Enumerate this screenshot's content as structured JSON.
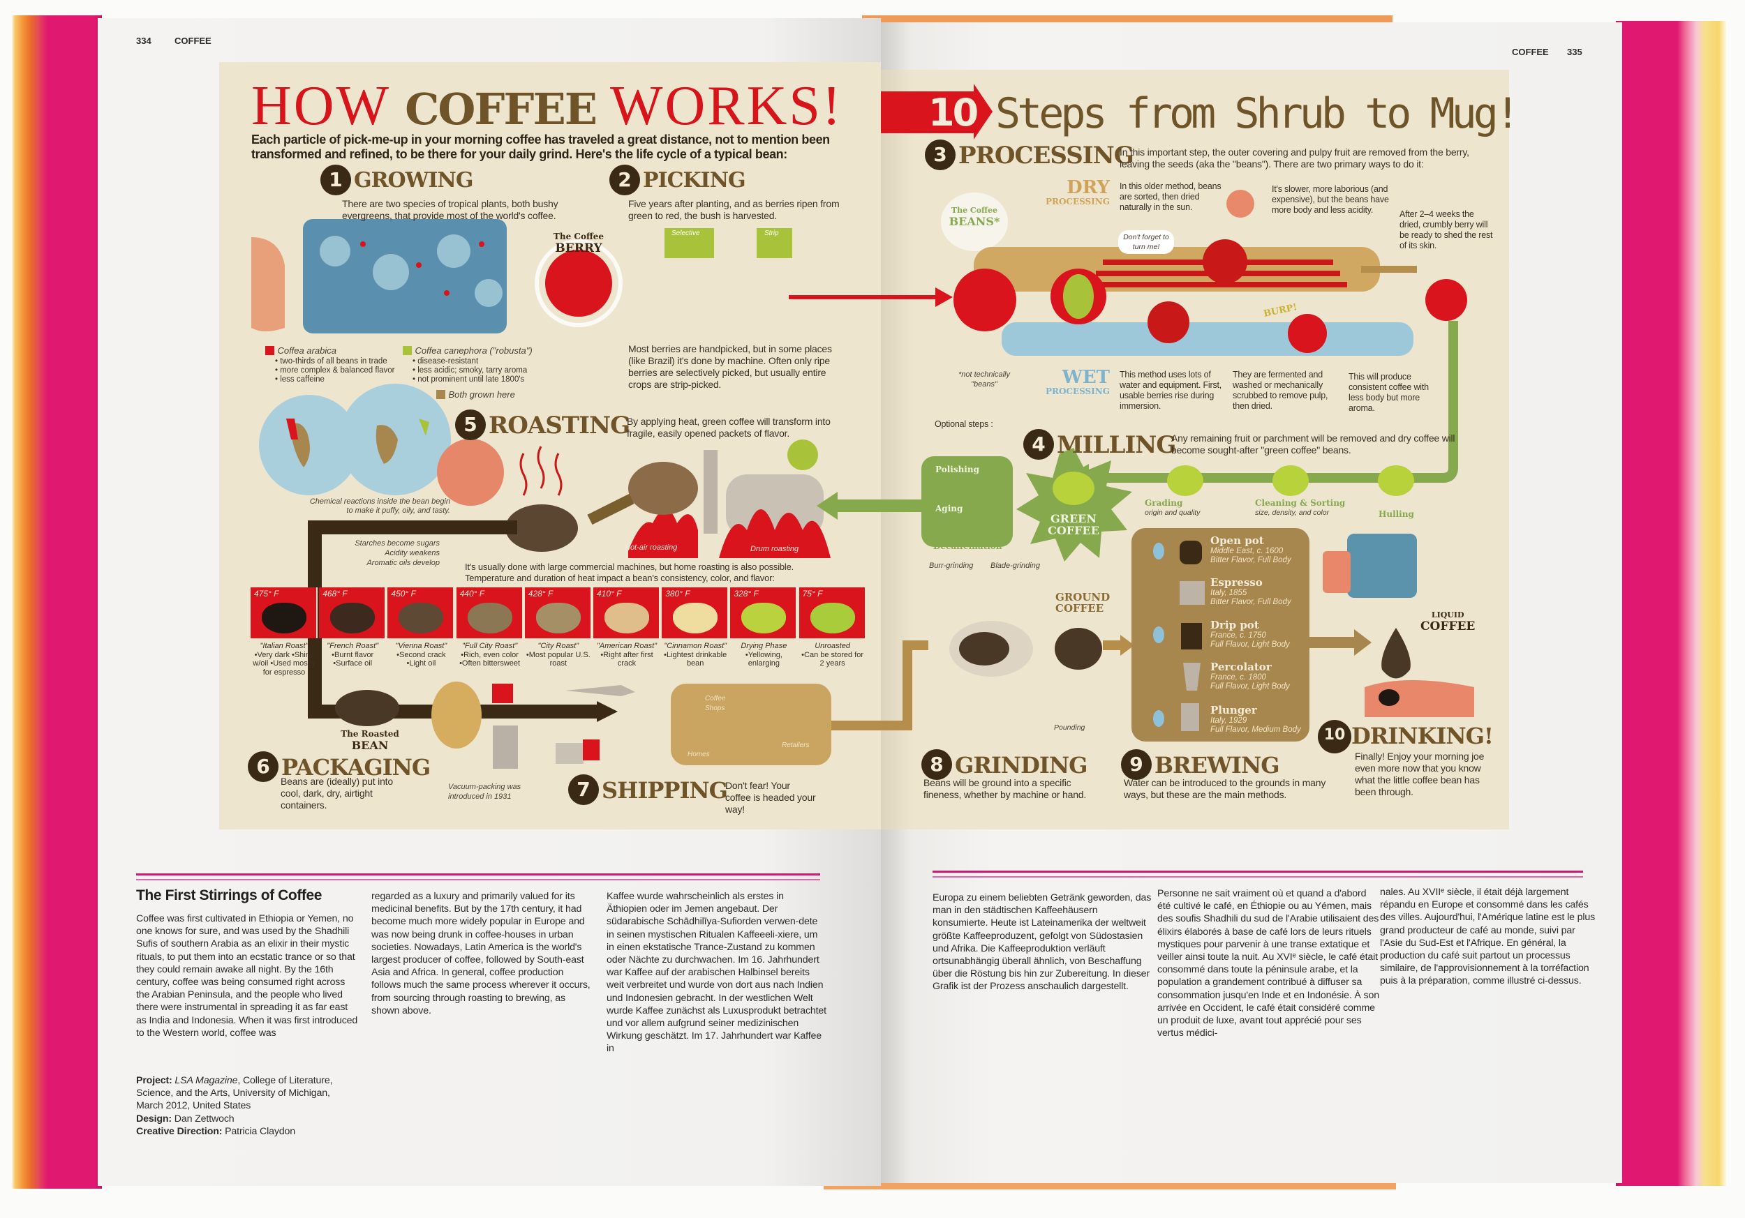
{
  "left_page": {
    "page_number": "334",
    "running_head": "COFFEE"
  },
  "right_page": {
    "page_number": "335",
    "running_head": "COFFEE"
  },
  "infographic": {
    "title_part1": "HOW",
    "title_part2": "COFFEE",
    "title_part3": "WORKS!",
    "intro": "Each particle of pick-me-up in your morning coffee has traveled a great distance, not to mention been transformed and refined, to be there for your daily grind. Here's the life cycle of a typical bean:",
    "steps_banner_number": "10",
    "steps_banner_title": "Steps from Shrub to Mug!",
    "steps": [
      {
        "number": "1",
        "title": "GROWING",
        "desc": "There are two species of tropical plants, both bushy evergreens, that provide most of the world's coffee."
      },
      {
        "number": "2",
        "title": "PICKING",
        "desc": "Five years after planting, and as berries ripen from green to red, the bush is harvested."
      },
      {
        "number": "3",
        "title": "PROCESSING",
        "desc": "In this important step, the outer covering and pulpy fruit are removed from the berry, leaving the seeds (aka the \"beans\"). There are two primary ways to do it:"
      },
      {
        "number": "4",
        "title": "MILLING",
        "desc": "Any remaining fruit or parchment will be removed and dry coffee will become sought-after \"green coffee\" beans."
      },
      {
        "number": "5",
        "title": "ROASTING",
        "desc": "By applying heat, green coffee will transform into fragile, easily opened packets of flavor."
      },
      {
        "number": "6",
        "title": "PACKAGING",
        "desc": "Beans are (ideally) put into cool, dark, dry, airtight containers."
      },
      {
        "number": "7",
        "title": "SHIPPING",
        "desc": "Don't fear! Your coffee is headed your way!"
      },
      {
        "number": "8",
        "title": "GRINDING",
        "desc": "Beans will be ground into a specific fineness, whether by machine or hand."
      },
      {
        "number": "9",
        "title": "BREWING",
        "desc": "Water can be introduced to the grounds in many ways, but these are the main methods."
      },
      {
        "number": "10",
        "title": "DRINKING!",
        "desc": "Finally! Enjoy your morning joe even more now that you know what the little coffee bean has been through."
      }
    ],
    "growing": {
      "berry_label_1": "The Coffee",
      "berry_label_2": "BERRY",
      "arabica": {
        "name": "Coffea arabica",
        "points": [
          "• two-thirds of all beans in trade",
          "• more complex & balanced flavor",
          "• less caffeine"
        ],
        "color": "#d9141c"
      },
      "robusta": {
        "name": "Coffea canephora (\"robusta\")",
        "points": [
          "• disease-resistant",
          "• less acidic; smoky, tarry aroma",
          "• not prominent until late 1800's"
        ],
        "color": "#a8c23a"
      },
      "both": {
        "name": "Both grown here",
        "color": "#a8874e"
      }
    },
    "picking": {
      "selective": "Selective",
      "strip": "Strip",
      "desc2": "Most berries are handpicked, but in some places (like Brazil) it's done by machine. Often only ripe berries are selectively picked, but usually entire crops are strip-picked."
    },
    "processing": {
      "beans_cloud_1": "The Coffee",
      "beans_cloud_2": "BEANS*",
      "footnote": "*not technically \"beans\"",
      "dry_1": "DRY",
      "dry_2": "PROCESSING",
      "dry_text": "In this older method, beans are sorted, then dried naturally in the sun.",
      "dry_text2": "It's slower, more laborious (and expensive), but the beans have more body and less acidity.",
      "dry_text3": "After 2–4 weeks the dried, crumbly berry will be ready to shed the rest of its skin.",
      "speech": "Don't forget to turn me!",
      "burp": "BURP!",
      "wet_1": "WET",
      "wet_2": "PROCESSING",
      "wet_text": "This method uses lots of water and equipment. First, usable berries rise during immersion.",
      "wet_text2": "They are fermented and washed or mechanically scrubbed to remove pulp, then dried.",
      "wet_text3": "This will produce consistent coffee with less body but more aroma."
    },
    "milling": {
      "optional": "Optional steps :",
      "polishing": "Polishing",
      "aging": "Aging",
      "decaf": "Decaffeination",
      "green_1": "GREEN",
      "green_2": "COFFEE",
      "grading": "Grading",
      "grading_sub": "origin and quality",
      "cleaning": "Cleaning & Sorting",
      "cleaning_sub": "size, density, and color",
      "hulling": "Hulling"
    },
    "roasting": {
      "chem": "Chemical reactions inside the bean begin to make it puffy, oily, and tasty.",
      "effects": [
        "Starches become sugars",
        "Acidity weakens",
        "Aromatic oils develop"
      ],
      "hot_air": "Hot-air roasting",
      "drum": "Drum roasting",
      "note": "It's usually done with large commercial machines, but home roasting is also possible. Temperature and duration of heat impact a bean's consistency, color, and flavor:",
      "levels": [
        {
          "temp": "475° F",
          "name": "\"Italian Roast\"",
          "notes": "•Very dark •Shiny w/oil •Used mostly for espresso",
          "color": "#1e1712"
        },
        {
          "temp": "468° F",
          "name": "\"French Roast\"",
          "notes": "•Burnt flavor •Surface oil",
          "color": "#3b2a1d"
        },
        {
          "temp": "450° F",
          "name": "\"Vienna Roast\"",
          "notes": "•Second crack •Light oil",
          "color": "#5e4a34"
        },
        {
          "temp": "440° F",
          "name": "\"Full City Roast\"",
          "notes": "•Rich, even color •Often bittersweet",
          "color": "#8b7754"
        },
        {
          "temp": "428° F",
          "name": "\"City Roast\"",
          "notes": "•Most popular U.S. roast",
          "color": "#a58f67"
        },
        {
          "temp": "410° F",
          "name": "\"American Roast\"",
          "notes": "•Right after first crack",
          "color": "#e0be8c"
        },
        {
          "temp": "380° F",
          "name": "\"Cinnamon Roast\"",
          "notes": "•Lightest drinkable bean",
          "color": "#efdda0"
        },
        {
          "temp": "328° F",
          "name": "Drying Phase",
          "notes": "•Yellowing, enlarging",
          "color": "#b9d23e"
        },
        {
          "temp": "75° F",
          "name": "Unroasted",
          "notes": "•Can be stored for 2 years",
          "color": "#a8cc3a"
        }
      ]
    },
    "packaging": {
      "roasted_1": "The Roasted",
      "roasted_2": "BEAN",
      "vacuum": "Vacuum-packing was introduced in 1931"
    },
    "shipping": {
      "coffee_shops": "Coffee Shops",
      "homes": "Homes",
      "retailers": "Retailers"
    },
    "grinding": {
      "burr": "Burr-grinding",
      "blade": "Blade-grinding",
      "ground_1": "GROUND",
      "ground_2": "COFFEE",
      "pounding": "Pounding"
    },
    "brewing": {
      "methods": [
        {
          "name": "Open pot",
          "origin": "Middle East, c. 1600",
          "profile": "Bitter Flavor, Full Body"
        },
        {
          "name": "Espresso",
          "origin": "Italy, 1855",
          "profile": "Bitter Flavor, Full Body"
        },
        {
          "name": "Drip pot",
          "origin": "France, c. 1750",
          "profile": "Full Flavor, Light Body"
        },
        {
          "name": "Percolator",
          "origin": "France, c. 1800",
          "profile": "Full Flavor, Light Body"
        },
        {
          "name": "Plunger",
          "origin": "Italy, 1929",
          "profile": "Full Flavor, Medium Body"
        }
      ]
    },
    "drinking": {
      "liquid_1": "LIQUID",
      "liquid_2": "COFFEE"
    }
  },
  "article": {
    "heading": "The First Stirrings of Coffee",
    "en_col1": "Coffee was first cultivated in Ethiopia or Yemen, no one knows for sure, and was used by the Shadhili Sufis of southern Arabia as an elixir in their mystic rituals, to put them into an ecstatic trance or so that they could remain awake all night. By the 16th century, coffee was being consumed right across the Arabian Peninsula, and the people who lived there were instrumental in spreading it as far east as India and Indonesia. When it was first introduced to the Western world, coffee was",
    "en_col2": "regarded as a luxury and primarily valued for its medicinal benefits. But by the 17th century, it had become much more widely popular in Europe and was now being drunk in coffee-houses in urban societies. Nowadays, Latin America is the world's largest producer of coffee, followed by South-east Asia and Africa. In general, coffee production follows much the same process wherever it occurs, from sourcing through roasting to brewing, as shown above.",
    "de_col1": "Kaffee wurde wahrscheinlich als erstes in Äthiopien oder im Jemen angebaut. Der südarabische Schādhilīya-Sufiorden verwen-dete in seinen mystischen Ritualen Kaffeeeli-xiere, um in einen ekstatische Trance-Zustand zu kommen oder Nächte zu durchwachen. Im 16. Jahrhundert war Kaffee auf der arabischen Halbinsel bereits weit verbreitet und wurde von dort aus nach Indien und Indonesien gebracht. In der westlichen Welt wurde Kaffee zunächst als Luxusprodukt betrachtet und vor allem aufgrund seiner medizinischen Wirkung geschätzt. Im 17. Jahrhundert war Kaffee in",
    "de_col2": "Europa zu einem beliebten Getränk geworden, das man in den städtischen Kaffeehäusern konsumierte. Heute ist Lateinamerika der weltweit größte Kaffeeproduzent, gefolgt von Südostasien und Afrika. Die Kaffeeproduktion verläuft ortsunabhängig überall ähnlich, von Beschaffung über die Röstung bis hin zur Zubereitung. In dieser Grafik ist der Prozess anschaulich dargestellt.",
    "fr_col1": "Personne ne sait vraiment où et quand a d'abord été cultivé le café, en Éthiopie ou au Yémen, mais des soufis Shadhili du sud de l'Arabie utilisaient des élixirs élaborés à base de café lors de leurs rituels mystiques pour parvenir à une transe extatique et veiller ainsi toute la nuit. Au XVIᵉ siècle, le café était consommé dans toute la péninsule arabe, et la population a grandement contribué à diffuser sa consommation jusqu'en Inde et en Indonésie. À son arrivée en Occident, le café était considéré comme un produit de luxe, avant tout apprécié pour ses vertus médici-",
    "fr_col2": "nales. Au XVIIᵉ siècle, il était déjà largement répandu en Europe et consommé dans les cafés des villes. Aujourd'hui, l'Amérique latine est le plus grand producteur de café au monde, suivi par l'Asie du Sud-Est et l'Afrique. En général, la production du café suit partout un processus similaire, de l'approvisionnement à la torréfaction puis à la préparation, comme illustré ci-dessus.",
    "credits": {
      "project_label": "Project:",
      "project_publication": "LSA Magazine",
      "project_rest": ", College of Literature, Science, and the Arts, University of Michigan, March 2012, United States",
      "design_label": "Design:",
      "design_value": " Dan Zettwoch",
      "direction_label": "Creative Direction:",
      "direction_value": " Patricia Claydon"
    }
  },
  "colors": {
    "accent_pink": "#c81a73",
    "title_red": "#d7141a",
    "title_brown": "#6e5428",
    "milling_green": "#86a94d",
    "brew_tan": "#a8874e",
    "infographic_bg": "#eee5cf"
  }
}
